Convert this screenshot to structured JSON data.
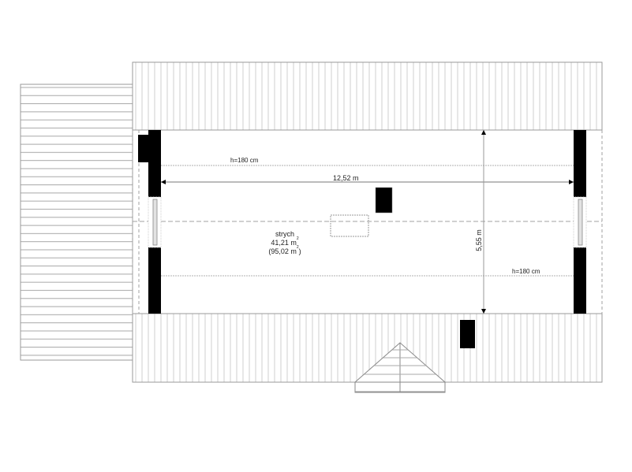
{
  "drawing": {
    "type": "attic floor plan",
    "colors": {
      "background": "#ffffff",
      "roof_lines": "#c8c8c8",
      "outline": "#9a9a9a",
      "walls": "#000000",
      "dashed": "#a0a0a0",
      "text": "#222222"
    }
  },
  "room": {
    "name": "strych",
    "area": "41,21 m",
    "area_sup": "2",
    "total_area": "(95,02 m",
    "total_area_sup": "2",
    "total_area_close": ")"
  },
  "dimensions": {
    "width_label": "12,52 m",
    "depth_label": "5,55 m",
    "height_line_top": "h=180 cm",
    "height_line_bottom": "h=180 cm"
  }
}
